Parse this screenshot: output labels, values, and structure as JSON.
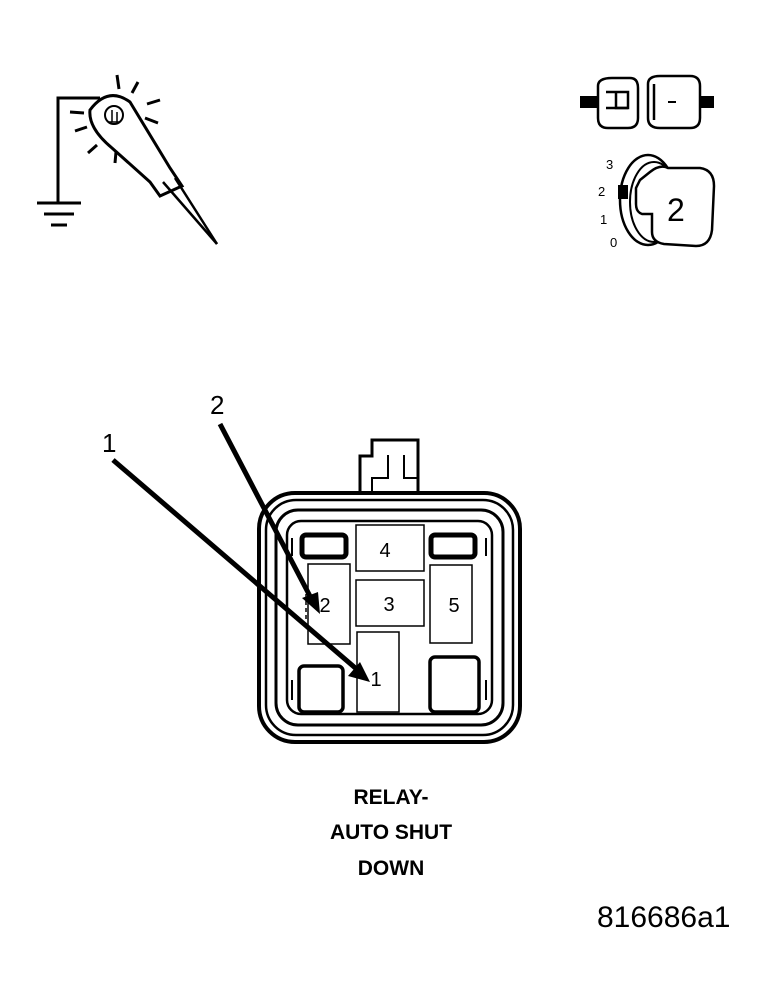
{
  "ignition_switch": {
    "positions": [
      "3",
      "2",
      "1",
      "0"
    ],
    "key_position_label": "2"
  },
  "relay": {
    "cavities": [
      {
        "label": "4"
      },
      {
        "label": "2"
      },
      {
        "label": "3"
      },
      {
        "label": "5"
      },
      {
        "label": "1"
      }
    ],
    "callouts": [
      {
        "number": "1"
      },
      {
        "number": "2"
      }
    ]
  },
  "caption": {
    "lines": [
      "RELAY-",
      "AUTO SHUT",
      "DOWN"
    ]
  },
  "figure_id": "816686a1"
}
